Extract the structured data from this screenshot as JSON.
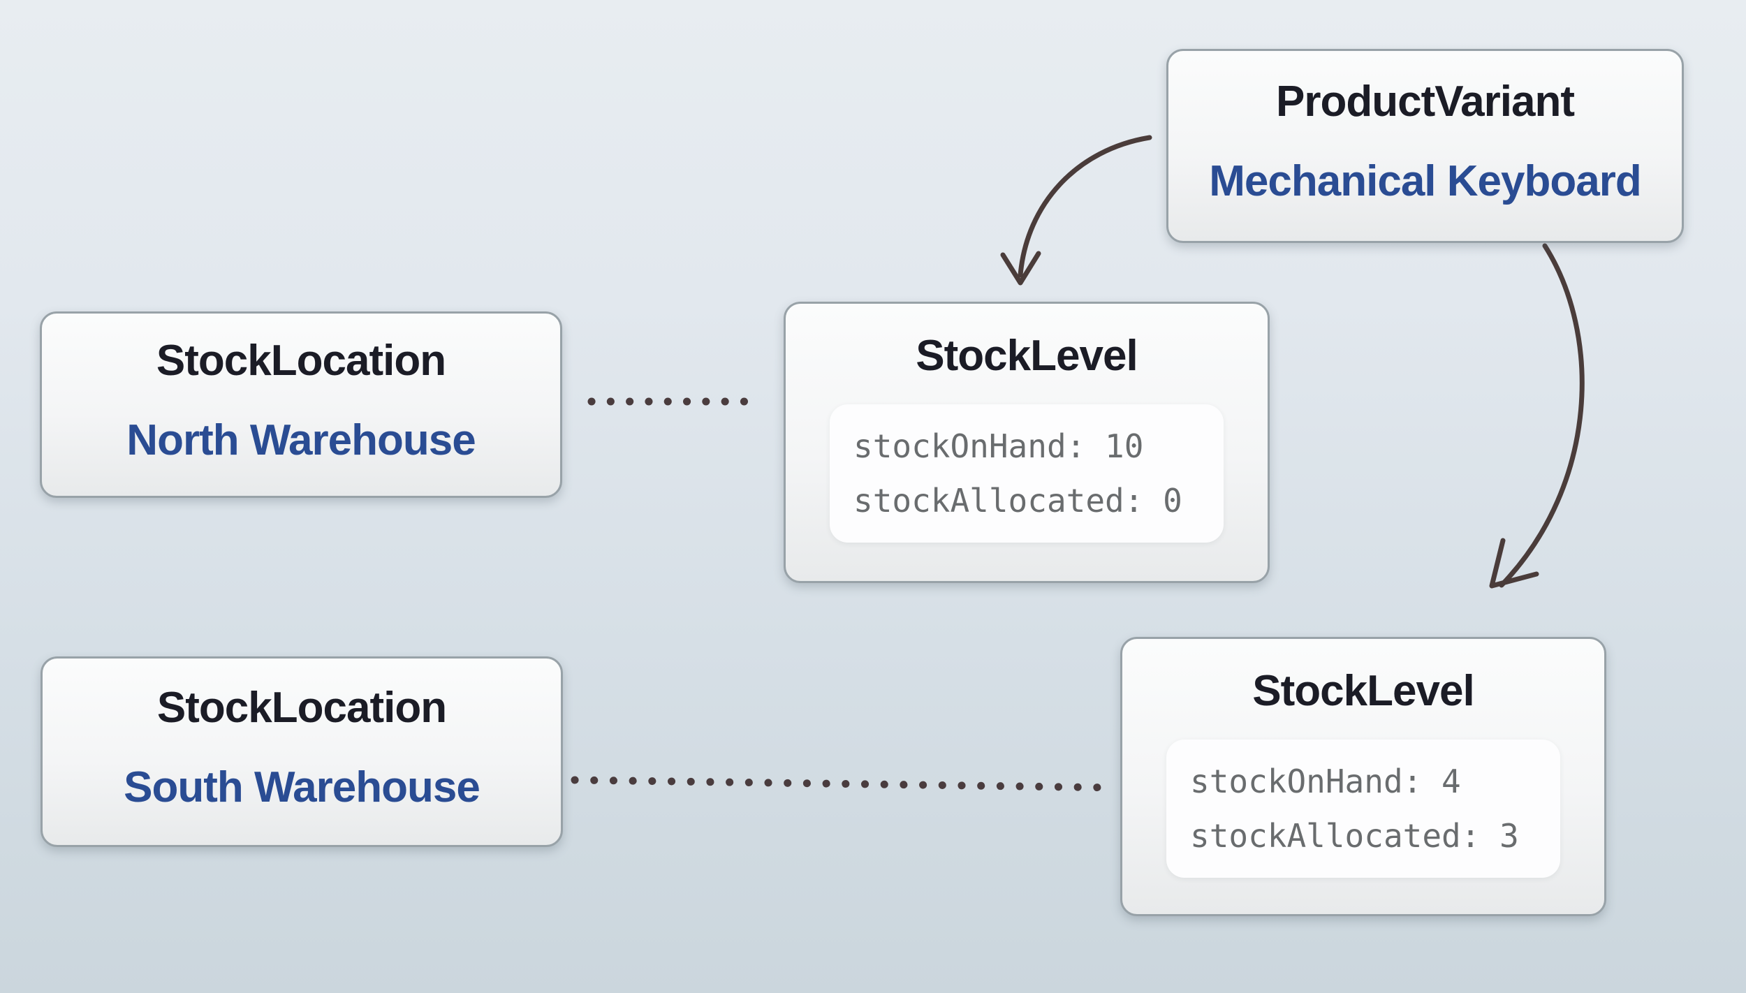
{
  "nodes": {
    "product_variant": {
      "type_label": "ProductVariant",
      "instance_label": "Mechanical Keyboard"
    },
    "stock_locations": [
      {
        "type_label": "StockLocation",
        "instance_label": "North Warehouse"
      },
      {
        "type_label": "StockLocation",
        "instance_label": "South Warehouse"
      }
    ],
    "stock_levels": [
      {
        "type_label": "StockLevel",
        "stock_on_hand": 10,
        "stock_allocated": 0,
        "lines": [
          "stockOnHand: 10",
          "stockAllocated: 0"
        ]
      },
      {
        "type_label": "StockLevel",
        "stock_on_hand": 4,
        "stock_allocated": 3,
        "lines": [
          "stockOnHand: 4",
          "stockAllocated: 3"
        ]
      }
    ]
  },
  "connections": [
    {
      "from": "product_variant",
      "to": "stock_levels.0",
      "kind": "curved-arrow"
    },
    {
      "from": "product_variant",
      "to": "stock_levels.1",
      "kind": "curved-arrow"
    },
    {
      "from": "stock_locations.0",
      "to": "stock_levels.0",
      "kind": "dotted-line"
    },
    {
      "from": "stock_locations.1",
      "to": "stock_levels.1",
      "kind": "dotted-line"
    }
  ],
  "colors": {
    "background_top": "#e8edf1",
    "background_bottom": "#cbd6dd",
    "node_border": "#98a2a8",
    "node_fill": "#f4f5f6",
    "type_label_text": "#1b1c26",
    "instance_label_blue": "#2a4c93",
    "code_text": "#696c6e",
    "code_panel_fill": "#fdfdfe",
    "connector": "#4a3c3a"
  }
}
